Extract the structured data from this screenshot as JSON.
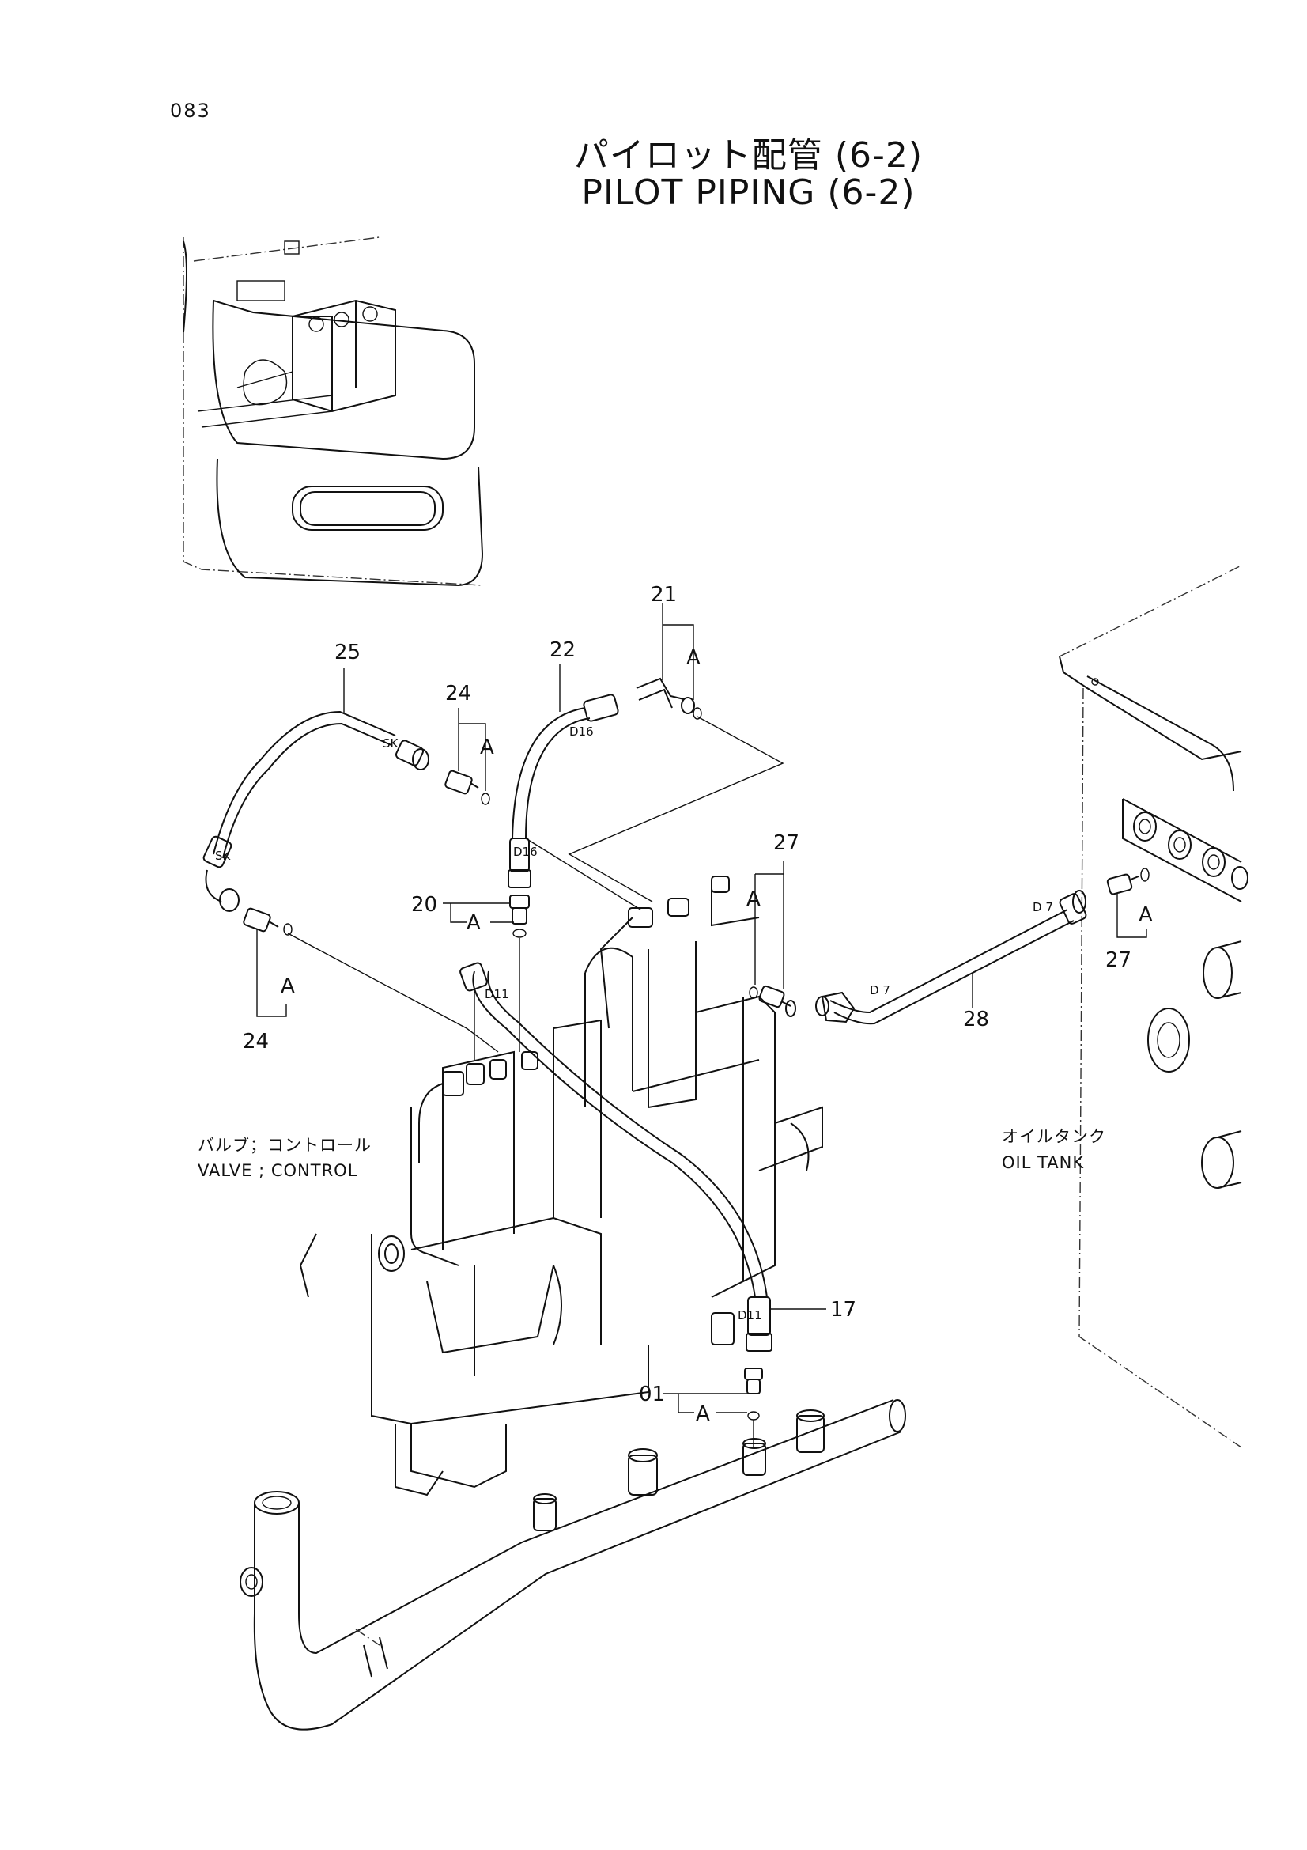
{
  "page_number": "083",
  "title_jp": "パイロット配管 (6-2)",
  "title_en": "PILOT PIPING (6-2)",
  "captions": {
    "valve_jp": "バルブ；コントロール",
    "valve_en": "VALVE ; CONTROL",
    "tank_jp": "オイルタンク",
    "tank_en": "OIL TANK"
  },
  "callouts": {
    "p01": "01",
    "p17": "17",
    "p20": "20",
    "p21": "21",
    "p22": "22",
    "p24a": "24",
    "p24b": "24",
    "p25": "25",
    "p27a": "27",
    "p27b": "27",
    "p28": "28"
  },
  "marks": {
    "a": "A",
    "sk": "SK",
    "d16": "D16",
    "d11": "D11",
    "d7": "D 7"
  }
}
